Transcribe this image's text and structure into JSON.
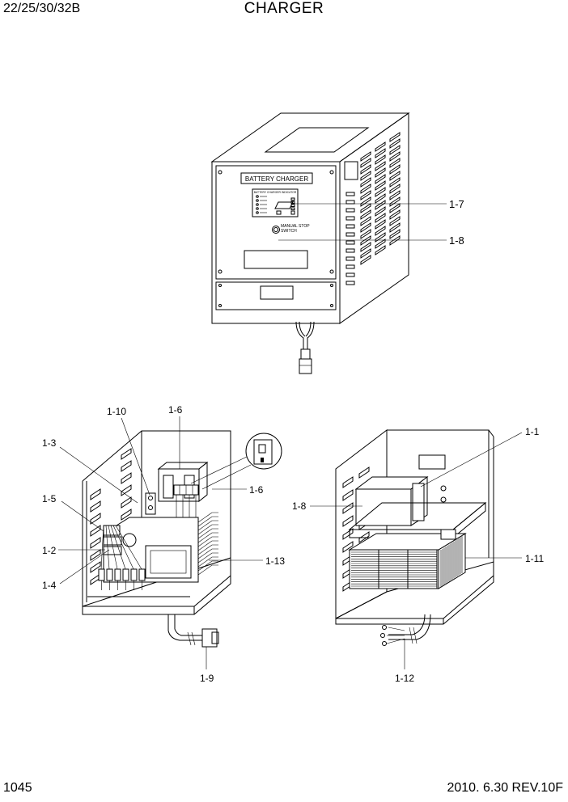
{
  "header": {
    "model": "22/25/30/32B",
    "title": "CHARGER"
  },
  "footer": {
    "page_number": "1045",
    "revision": "2010. 6.30  REV.10F"
  },
  "charger_panel": {
    "nameplate": "BATTERY CHARGER",
    "indicator_title": "BATTERY CHARGER INDICATOR",
    "switch_label_1": "MANUAL STOP",
    "switch_label_2": "SWITCH"
  },
  "callouts": {
    "c1_1": "1-1",
    "c1_2": "1-2",
    "c1_3": "1-3",
    "c1_4": "1-4",
    "c1_5": "1-5",
    "c1_6a": "1-6",
    "c1_6b": "1-6",
    "c1_7": "1-7",
    "c1_8a": "1-8",
    "c1_8b": "1-8",
    "c1_9": "1-9",
    "c1_10": "1-10",
    "c1_11": "1-11",
    "c1_12": "1-12",
    "c1_13": "1-13"
  }
}
